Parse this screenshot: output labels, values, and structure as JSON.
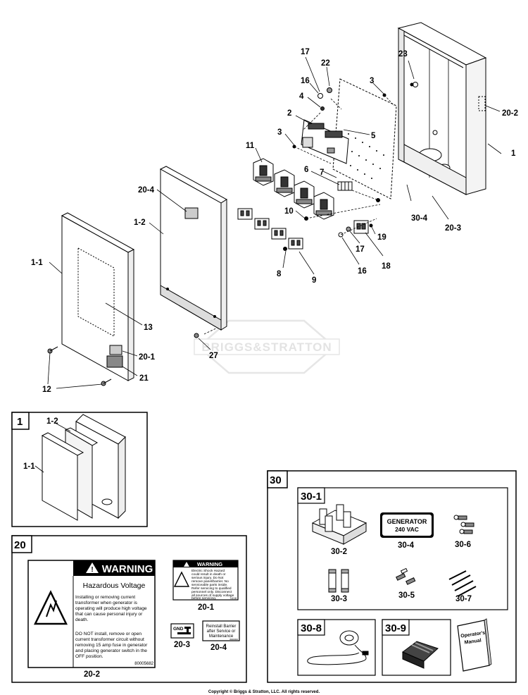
{
  "watermark": "BRIGGS&STRATTON",
  "copyright": "Copyright © Briggs & Stratton, LLC. All rights reserved.",
  "callouts": {
    "c1": "1",
    "c1_1": "1-1",
    "c1_2": "1-2",
    "c2": "2",
    "c3a": "3",
    "c3b": "3",
    "c4": "4",
    "c5": "5",
    "c6": "6",
    "c7": "7",
    "c8": "8",
    "c9": "9",
    "c10": "10",
    "c11": "11",
    "c12": "12",
    "c13": "13",
    "c16a": "16",
    "c16b": "16",
    "c17a": "17",
    "c17b": "17",
    "c18": "18",
    "c19": "19",
    "c20_1": "20-1",
    "c20_2": "20-2",
    "c20_3": "20-3",
    "c20_4": "20-4",
    "c21": "21",
    "c22": "22",
    "c23": "23",
    "c27": "27",
    "c30_3": "30-3",
    "c30_4": "30-4"
  },
  "box1": {
    "number": "1",
    "label_1_1": "1-1",
    "label_1_2": "1-2"
  },
  "box20": {
    "number": "20",
    "warning_big": {
      "header": "WARNING",
      "title": "Hazardous Voltage",
      "para1": [
        "Installing or removing current",
        "transformer when generator is",
        "operating will produce high voltage",
        "that can cause personal injury or",
        "death."
      ],
      "para2": [
        "DO NOT install, remove or open",
        "current transformer circuit without",
        "removing 15 amp fuse in generator",
        "and placing generator switch in the",
        "OFF position."
      ],
      "part_number": "80005682"
    },
    "warning_small": {
      "header": "WARNING",
      "lines": [
        "Electric Shock Hazard",
        "could result in death or",
        "serious injury. Do Not",
        "remove panel/barrier. No",
        "serviceable parts inside.",
        "Refer servicing to qualified",
        "personnel only. Disconnect",
        "all sources of supply voltage",
        "before servicing."
      ],
      "part_number": "7/4/18"
    },
    "gnd": "GND",
    "barrier_lines": [
      "Reinstall Barrier",
      "after Service or",
      "Maintenance"
    ],
    "barrier_part": "8000000",
    "labels": {
      "l20_1": "20-1",
      "l20_2": "20-2",
      "l20_3": "20-3",
      "l20_4": "20-4"
    }
  },
  "box30": {
    "number": "30",
    "sub30_1": "30-1",
    "sub30_8": "30-8",
    "sub30_9": "30-9",
    "generator_lines": [
      "GENERATOR",
      "240 VAC"
    ],
    "manual_lines": [
      "Operator's",
      "Manual"
    ],
    "labels": {
      "l30_2": "30-2",
      "l30_3": "30-3",
      "l30_4": "30-4",
      "l30_5": "30-5",
      "l30_6": "30-6",
      "l30_7": "30-7"
    }
  }
}
